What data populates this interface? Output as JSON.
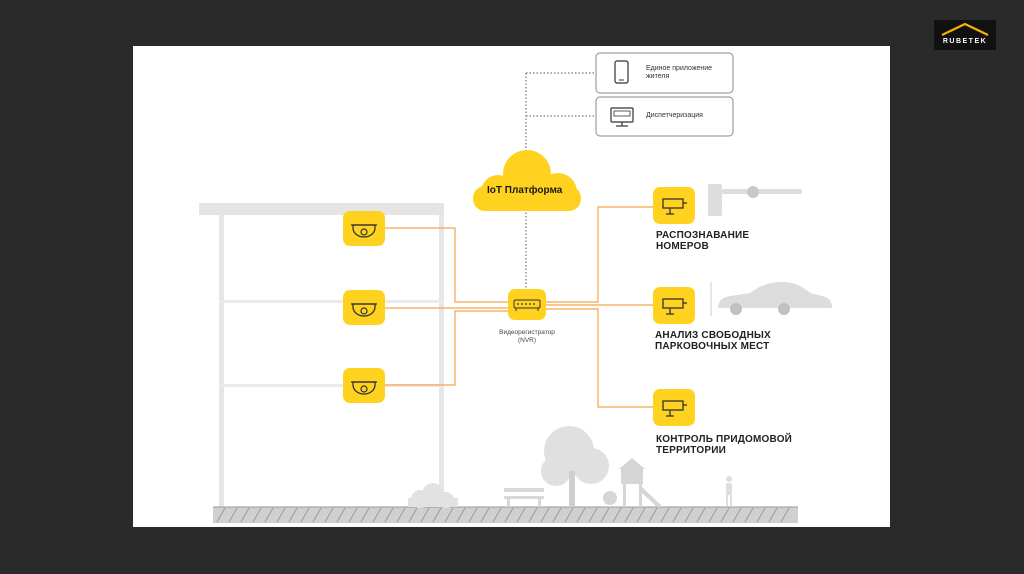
{
  "brand": {
    "logo_text": "RUBETEK"
  },
  "top_boxes": [
    {
      "label_line1": "Единое приложение",
      "label_line2": "жителя",
      "icon": "smartphone-icon"
    },
    {
      "label": "Диспетчеризация",
      "icon": "monitor-icon"
    }
  ],
  "cloud": {
    "label": "IoT Платформа"
  },
  "nvr": {
    "label_line1": "Видеорегистратор",
    "label_line2": "(NVR)"
  },
  "services": [
    {
      "line1": "РАСПОЗНАВАНИЕ",
      "line2": "НОМЕРОВ",
      "icon": "camera-icon"
    },
    {
      "line1": "АНАЛИЗ СВОБОДНЫХ",
      "line2": "ПАРКОВОЧНЫХ МЕСТ",
      "icon": "camera-icon"
    },
    {
      "line1": "КОНТРОЛЬ ПРИДОМОВОЙ",
      "line2": "ТЕРРИТОРИИ",
      "icon": "camera-icon"
    }
  ],
  "colors": {
    "accent_yellow": "#ffd21f",
    "line_orange": "#f5a54a",
    "dark_background": "#2a2a2a",
    "light_gray": "#dcdcdc"
  }
}
